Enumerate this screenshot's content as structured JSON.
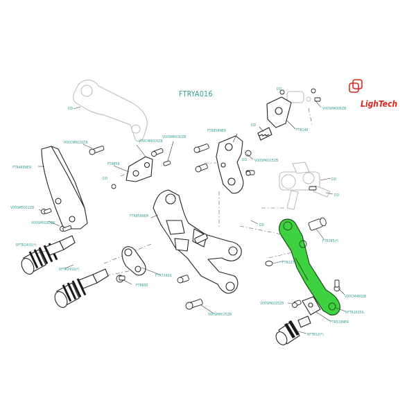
{
  "title": "FTRYA016",
  "brand": "LighTech",
  "labels": {
    "dd_top_left": "DD",
    "dd_top_right": "DD",
    "dd_left_mid": "DD",
    "dd_right_a": "DD",
    "dd_right_b": "DD",
    "dd_right_c": "DD",
    "dd_center": "DD",
    "v00sm4006zb": "V00SM4006ZB",
    "ftr146": "FTR146",
    "v00cm6020zb": "V00CM6020ZB",
    "v00sm6030zb_a": "V00SM6030ZB",
    "v00cm6016zb": "V00CM6016ZB",
    "ftr858ner": "FTR858NER",
    "v00sm6015zb": "V00SM6015ZB",
    "ftr859": "FTR859",
    "ftr468ner": "FTR468NER",
    "v00sm5012zb": "V00SM5012ZB",
    "v00sm5020zb": "V00SM5020ZB",
    "ftr859ner": "FTR859NER",
    "ftr285": "FTR285(*)",
    "rftr24ss_a": "RFTR24SS(*)",
    "rftr24ss_b": "RFTR24SS(*)",
    "ftr7040il": "FTR7040IL",
    "ftr690": "FTR690",
    "ftr127": "FTR127",
    "v00cm4602b": "V00CM4602B",
    "v00sm6015zb_b": "V00SM6015ZB",
    "rftr2815il": "RFTR2815IL",
    "ftr519ner": "FTR519NER",
    "rftr52": "RFTR52(*)",
    "v00sm8025zb": "V00SM8025ZB"
  }
}
